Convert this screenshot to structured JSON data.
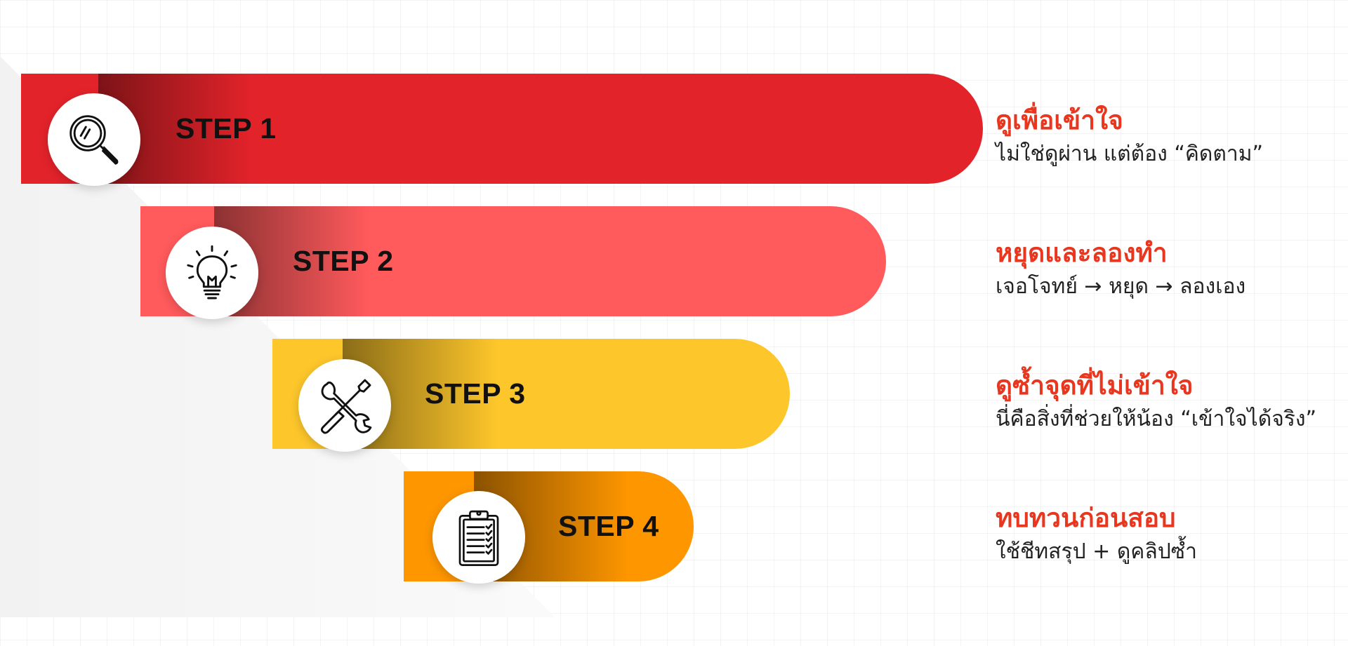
{
  "steps": [
    {
      "label": "STEP 1",
      "title": "ดูเพื่อเข้าใจ",
      "subtitle": "ไม่ใช่ดูผ่าน แต่ต้อง “คิดตาม”",
      "icon": "magnifier-icon",
      "color": "#e3232a"
    },
    {
      "label": "STEP 2",
      "title": "หยุดและลองทำ",
      "subtitle": "เจอโจทย์ → หยุด → ลองเอง",
      "icon": "lightbulb-icon",
      "color": "#ff5a5c"
    },
    {
      "label": "STEP 3",
      "title": "ดูซ้ำจุดที่ไม่เข้าใจ",
      "subtitle": "นี่คือสิ่งที่ช่วยให้น้อง “เข้าใจได้จริง”",
      "icon": "tools-icon",
      "color": "#fdc62b"
    },
    {
      "label": "STEP 4",
      "title": "ทบทวนก่อนสอบ",
      "subtitle": "ใช้ชีทสรุป + ดูคลิปซ้ำ",
      "icon": "clipboard-checklist-icon",
      "color": "#fe9600"
    }
  ],
  "colors": {
    "title_accent": "#e8361f",
    "background_triangle": "#f5f5f5"
  }
}
